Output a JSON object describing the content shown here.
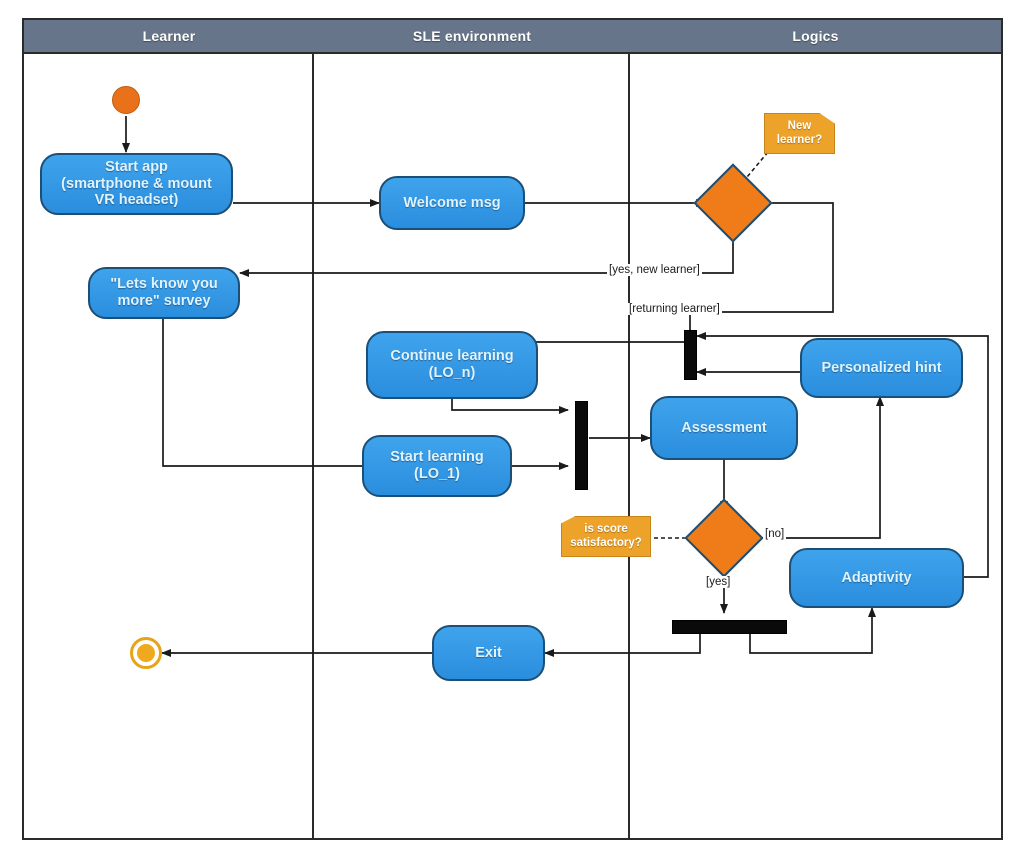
{
  "diagram": {
    "type": "uml-activity-diagram",
    "lanes": [
      {
        "id": "learner",
        "label": "Learner"
      },
      {
        "id": "sle",
        "label": "SLE environment"
      },
      {
        "id": "logics",
        "label": "Logics"
      }
    ],
    "colors": {
      "lane_header_bg": "#67758a",
      "lane_header_text": "#ffffff",
      "activity_fill": "#2f97e5",
      "activity_border": "#1b4f77",
      "activity_text": "#dff3ff",
      "decision_fill": "#ef7c18",
      "note_fill": "#eda32a",
      "initial_node": "#e8711a",
      "final_node": "#f0a91c",
      "bar_fill": "#0a0a0a",
      "edge": "#1a1a1a",
      "frame_border": "#2b2b2b"
    },
    "nodes": [
      {
        "id": "start",
        "kind": "initial-node",
        "lane": "learner",
        "label": ""
      },
      {
        "id": "start-app",
        "kind": "activity",
        "lane": "learner",
        "label": "Start app\n(smartphone & mount\nVR headset)"
      },
      {
        "id": "survey",
        "kind": "activity",
        "lane": "learner",
        "label": "\"Lets know you\nmore\" survey"
      },
      {
        "id": "welcome",
        "kind": "activity",
        "lane": "sle",
        "label": "Welcome msg"
      },
      {
        "id": "continue-learning",
        "kind": "activity",
        "lane": "sle",
        "label": "Continue learning\n(LO_n)"
      },
      {
        "id": "start-learning",
        "kind": "activity",
        "lane": "sle",
        "label": "Start learning\n(LO_1)"
      },
      {
        "id": "exit",
        "kind": "activity",
        "lane": "sle",
        "label": "Exit"
      },
      {
        "id": "decision-new-learner",
        "kind": "decision",
        "lane": "logics",
        "label": ""
      },
      {
        "id": "assessment",
        "kind": "activity",
        "lane": "logics",
        "label": "Assessment"
      },
      {
        "id": "personalized-hint",
        "kind": "activity",
        "lane": "logics",
        "label": "Personalized hint"
      },
      {
        "id": "adaptivity",
        "kind": "activity",
        "lane": "logics",
        "label": "Adaptivity"
      },
      {
        "id": "decision-score",
        "kind": "decision",
        "lane": "logics",
        "label": ""
      },
      {
        "id": "merge-bar-top",
        "kind": "join-bar-vertical",
        "lane": "logics",
        "label": ""
      },
      {
        "id": "join-bar-learning",
        "kind": "join-bar-vertical",
        "lane": "sle",
        "label": ""
      },
      {
        "id": "fork-bar-bottom",
        "kind": "fork-bar-horizontal",
        "lane": "logics",
        "label": ""
      },
      {
        "id": "final",
        "kind": "final-node",
        "lane": "learner",
        "label": ""
      }
    ],
    "notes": [
      {
        "id": "note-new-learner",
        "text": "New\nlearner?",
        "attached_to": "decision-new-learner"
      },
      {
        "id": "note-score",
        "text": "is score\nsatisfactory?",
        "attached_to": "decision-score"
      }
    ],
    "edge_labels": [
      {
        "id": "label-yes-new-learner",
        "text": "[yes, new learner]"
      },
      {
        "id": "label-returning-learner",
        "text": "[returning learner]"
      },
      {
        "id": "label-no",
        "text": "[no]"
      },
      {
        "id": "label-yes",
        "text": "[yes]"
      }
    ]
  }
}
